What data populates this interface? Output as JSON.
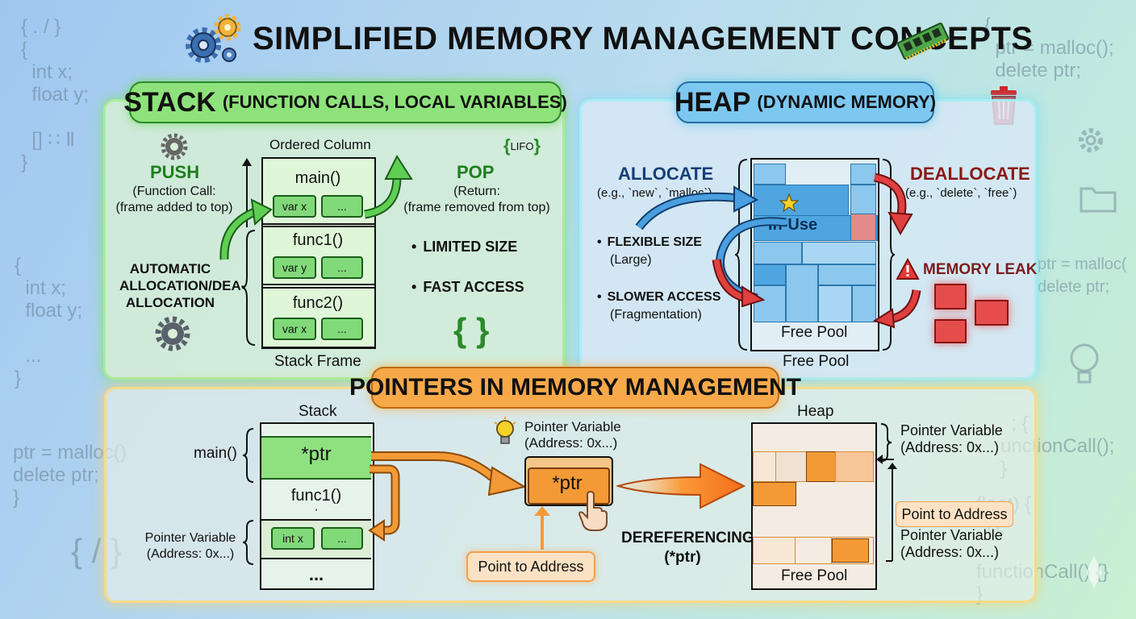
{
  "title": "SIMPLIFIED MEMORY MANAGEMENT CONCEPTS",
  "background_code": {
    "top_left": "{ . / }\n{\n  int x;\n  float y;\n\n  [] ∷ Ⅱ\n}",
    "mid_left": "{\n  int x;\n  float y;\n\n  ...\n}",
    "bottom_left": "ptr = malloc()\ndelete ptr;\n}",
    "bottom_left_braces": "{ / }",
    "top_right": "{\n  ptr = malloc();\n  delete ptr;",
    "mid_right": "ptr = malloc(\ndelete ptr;",
    "lower_right": "  ; {\nunctionCall();\n}",
    "lower_right2": "float) {\n  ();\n\nfunctionCall() {}\n}"
  },
  "stack": {
    "title": "STACK",
    "subtitle": "(FUNCTION CALLS, LOCAL VARIABLES)",
    "ordered_column": "Ordered Column",
    "stack_frame": "Stack Frame",
    "lifo": "LIFO",
    "push_title": "PUSH",
    "push_desc": "(Function Call:\n(frame added to top)",
    "pop_title": "POP",
    "pop_desc": "(Return:\n(frame removed from top)",
    "auto_desc": "AUTOMATIC\nALLOCATION/DEA-\nALLOCATION",
    "bullets": [
      "LIMITED SIZE",
      "FAST ACCESS"
    ],
    "braces": "{ }",
    "frames": [
      {
        "name": "main()",
        "var": "var x",
        "more": "..."
      },
      {
        "name": "func1()",
        "var": "var y",
        "more": "..."
      },
      {
        "name": "func2()",
        "var": "var x",
        "more": "..."
      }
    ]
  },
  "heap": {
    "title": "HEAP",
    "subtitle": "(DYNAMIC MEMORY)",
    "allocate_title": "ALLOCATE",
    "allocate_desc": "(e.g., `new`, `malloc`)",
    "deallocate_title": "DEALLOCATE",
    "deallocate_desc": "(e.g., `delete`, `free`)",
    "bullets": [
      {
        "main": "FLEXIBLE SIZE",
        "sub": "(Large)"
      },
      {
        "main": "SLOWER ACCESS",
        "sub": "(Fragmentation)"
      }
    ],
    "in_use": "In-Use",
    "free_pool_inner": "Free Pool",
    "free_pool_outer": "Free Pool",
    "memory_leak": "MEMORY LEAK"
  },
  "pointers": {
    "title": "POINTERS IN MEMORY MANAGEMENT",
    "stack_label": "Stack",
    "heap_label": "Heap",
    "main_label": "main()",
    "ptr_cell": "*ptr",
    "func1_cell": "func1()",
    "func1_dot": "·",
    "int_x": "int x",
    "more": "...",
    "ellipsis_cell": "...",
    "pointer_variable_left": "Pointer Variable\n(Address: 0x...)",
    "pointer_variable_center": "Pointer Variable\n(Address: 0x...)",
    "ptr_box": "*ptr",
    "point_to_address_left": "Point to Address",
    "dereferencing": "DEREFERENCING\n(*ptr)",
    "heap_pointer_variable_top": "Pointer Variable\n(Address: 0x...)",
    "heap_point_to_address": "Point to Address",
    "heap_pointer_variable_bottom": "Pointer Variable\n(Address: 0x...)",
    "heap_free_pool": "Free Pool"
  },
  "colors": {
    "stack_green": "#8ee27b",
    "heap_blue": "#7cc8f1",
    "pointer_orange": "#f7a94a",
    "leak_red": "#e54d4d"
  }
}
